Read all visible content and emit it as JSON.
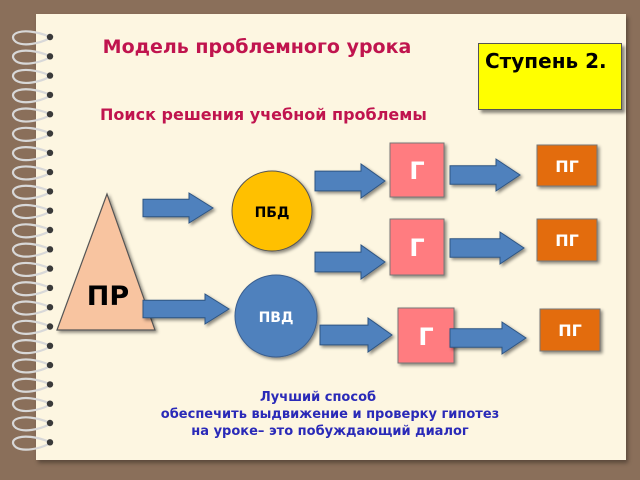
{
  "title": "Модель проблемного урока",
  "step_label": "Ступень 2.",
  "subtitle": "Поиск решения учебной проблемы",
  "nodes": {
    "pr": "ПР",
    "pbd": "ПБД",
    "pvd": "ПВД",
    "g": "Г",
    "pg": "ПГ"
  },
  "footer": {
    "line1": "Лучший способ",
    "line2": "обеспечить выдвижение и проверку гипотез",
    "line3": "на уроке– это побуждающий диалог"
  },
  "colors": {
    "background": "#8a6f5a",
    "page": "#fdf6e1",
    "heading": "#c0144e",
    "footer_text": "#2a2ab8",
    "step_box": "#ffff00",
    "triangle": "#f8c4a0",
    "pbd_circle": "#ffc000",
    "pvd_circle": "#4f81bd",
    "g_box": "#ff7c80",
    "pg_box": "#e36c0a",
    "arrow": "#4f81bd"
  }
}
